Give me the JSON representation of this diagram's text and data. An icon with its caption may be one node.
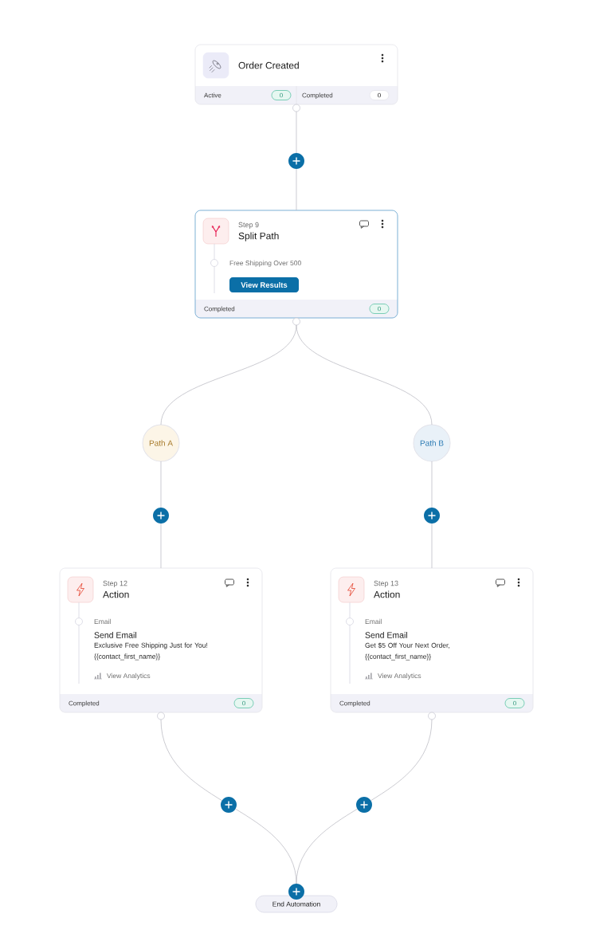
{
  "diagram": {
    "nodes": [
      {
        "text": [
          "Order Created",
          "Active",
          "0",
          "Completed",
          "0"
        ]
      },
      {
        "text": [],
        "shape": "circle"
      },
      {
        "text": [
          "Step 9",
          "Split Path",
          "Free Shipping Over 500",
          "View Results",
          "Completed",
          "0"
        ]
      },
      {
        "text": [
          "Path A"
        ]
      },
      {
        "text": [
          "Path B"
        ]
      },
      {
        "text": [],
        "shape": "circle"
      },
      {
        "text": [],
        "shape": "circle"
      },
      {
        "text": [
          "Step 12",
          "Action",
          "Email",
          "Send Email",
          "Exclusive Free Shipping Just for You! {{contact_first_name}}",
          "View Analytics",
          "Completed",
          "0"
        ]
      },
      {
        "text": [
          "Step 13",
          "Action",
          "Email",
          "Send Email",
          "Get $5 Off Your Next Order, {{contact_first_name}}",
          "View Analytics",
          "Completed",
          "0"
        ]
      },
      {
        "text": [],
        "shape": "circle"
      },
      {
        "text": [],
        "shape": "circle"
      },
      {
        "text": [],
        "shape": "circle"
      },
      {
        "text": [
          "End Automation"
        ]
      }
    ],
    "edges": [
      {
        "from": 0,
        "to": 1,
        "arrow": "none"
      },
      {
        "from": 1,
        "to": 2,
        "arrow": "none"
      },
      {
        "from": 2,
        "to": 3,
        "arrow": "none"
      },
      {
        "from": 2,
        "to": 4,
        "arrow": "none"
      },
      {
        "from": 3,
        "to": 5,
        "arrow": "none"
      },
      {
        "from": 5,
        "to": 7,
        "arrow": "none"
      },
      {
        "from": 4,
        "to": 6,
        "arrow": "none"
      },
      {
        "from": 6,
        "to": 8,
        "arrow": "none"
      },
      {
        "from": 7,
        "to": 9,
        "arrow": "none"
      },
      {
        "from": 9,
        "to": 11,
        "arrow": "none"
      },
      {
        "from": 8,
        "to": 10,
        "arrow": "none"
      },
      {
        "from": 10,
        "to": 11,
        "arrow": "none"
      }
    ]
  }
}
